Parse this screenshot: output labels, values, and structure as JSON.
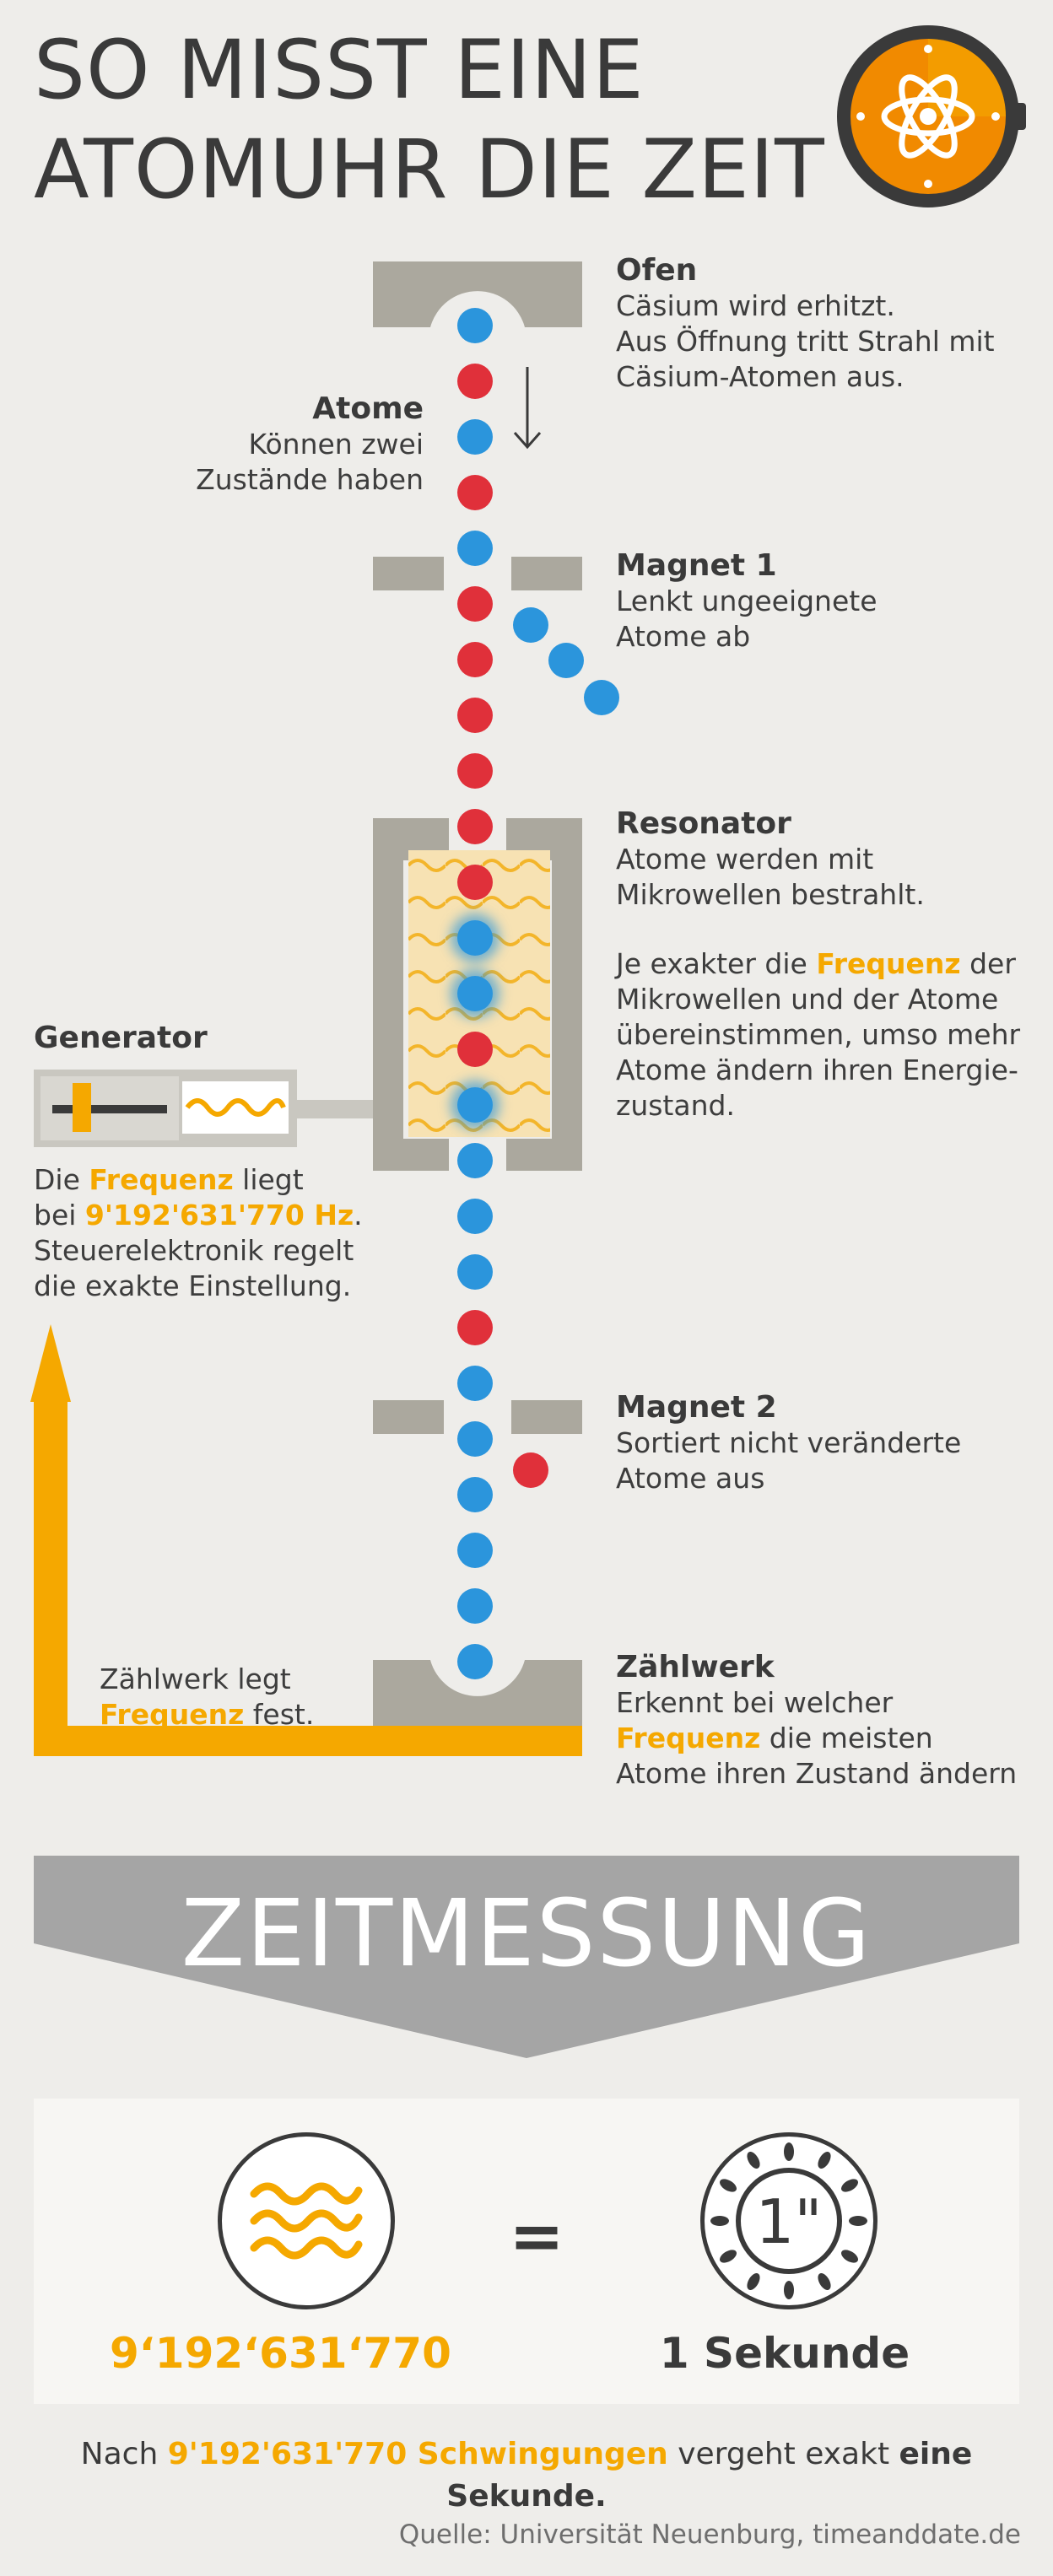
{
  "header": {
    "title_line1": "SO MISST EINE",
    "title_line2": "ATOMUHR DIE ZEIT"
  },
  "oven": {
    "title": "Ofen",
    "text1": "Cäsium wird erhitzt.",
    "text2": "Aus Öffnung tritt Strahl mit",
    "text3": "Cäsium-Atomen aus."
  },
  "atoms": {
    "title": "Atome",
    "text1": "Können zwei",
    "text2": "Zustände haben"
  },
  "magnet1": {
    "title": "Magnet 1",
    "text1": "Lenkt ungeeignete",
    "text2": "Atome ab"
  },
  "resonator": {
    "title": "Resonator",
    "text1": "Atome werden mit",
    "text2": "Mikrowellen bestrahlt.",
    "p2_pre": "Je exakter die ",
    "p2_hl": "Frequenz",
    "p2_post": " der",
    "p2_l2": "Mikrowellen und der Atome",
    "p2_l3": "übereinstimmen, umso mehr",
    "p2_l4": "Atome ändern ihren Energie-",
    "p2_l5": "zustand."
  },
  "generator": {
    "title": "Generator",
    "l1_pre": "Die ",
    "l1_hl": "Frequenz",
    "l1_post": " liegt",
    "l2_pre": "bei ",
    "l2_hl": "9'192'631'770 Hz",
    "l2_post": ".",
    "l3": "Steuerelektronik regelt",
    "l4": "die exakte Einstellung."
  },
  "magnet2": {
    "title": "Magnet 2",
    "text1": "Sortiert nicht veränderte",
    "text2": "Atome aus"
  },
  "counter_left": {
    "l1": "Zählwerk legt",
    "l2_hl": "Frequenz",
    "l2_post": " fest."
  },
  "counter": {
    "title": "Zählwerk",
    "text1": "Erkennt bei welcher",
    "text2_hl": "Frequenz",
    "text2_post": " die meisten",
    "text3": "Atome ihren Zustand ändern"
  },
  "banner": {
    "label": "ZEITMESSUNG"
  },
  "equation": {
    "left_value": "9‘192‘631‘770",
    "sign": "=",
    "right_value": "1 Sekunde",
    "clock_readout": "1\""
  },
  "summary": {
    "pre": "Nach ",
    "hl": "9'192'631'770 Schwingungen",
    "mid": " vergeht exakt ",
    "bold": "eine Sekunde."
  },
  "source": "Quelle: Universität Neuenburg, timeanddate.de",
  "colors": {
    "accent": "#f5a800",
    "blue_atom": "#2b95dc",
    "red_atom": "#e0303a",
    "gray": "#aba89e",
    "background": "#eeedea"
  },
  "icons": {
    "logo": "atom-clock-icon",
    "wave": "wave-icon",
    "clock": "stopwatch-icon"
  }
}
